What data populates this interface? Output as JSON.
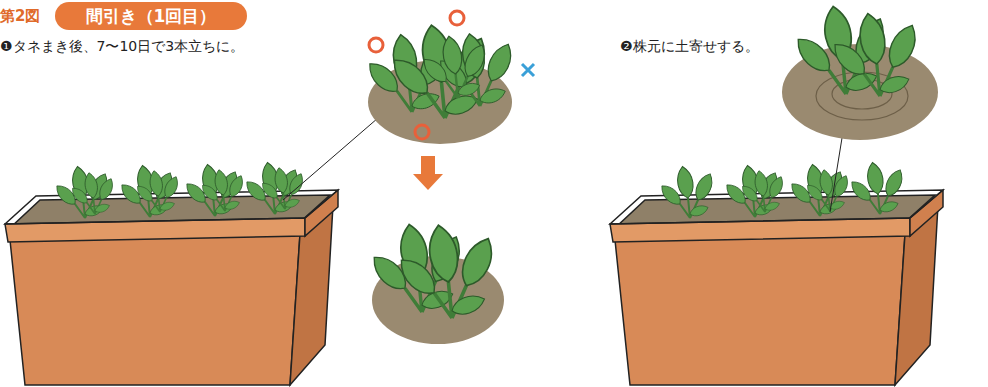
{
  "diagram": {
    "nodes": [
      {
        "text": [
          "間引き（1回目）"
        ]
      }
    ],
    "labels": [
      "第2図",
      "❶タネまき後、7〜10日で3本立ちに。",
      "❷株元に土寄せする。"
    ]
  }
}
